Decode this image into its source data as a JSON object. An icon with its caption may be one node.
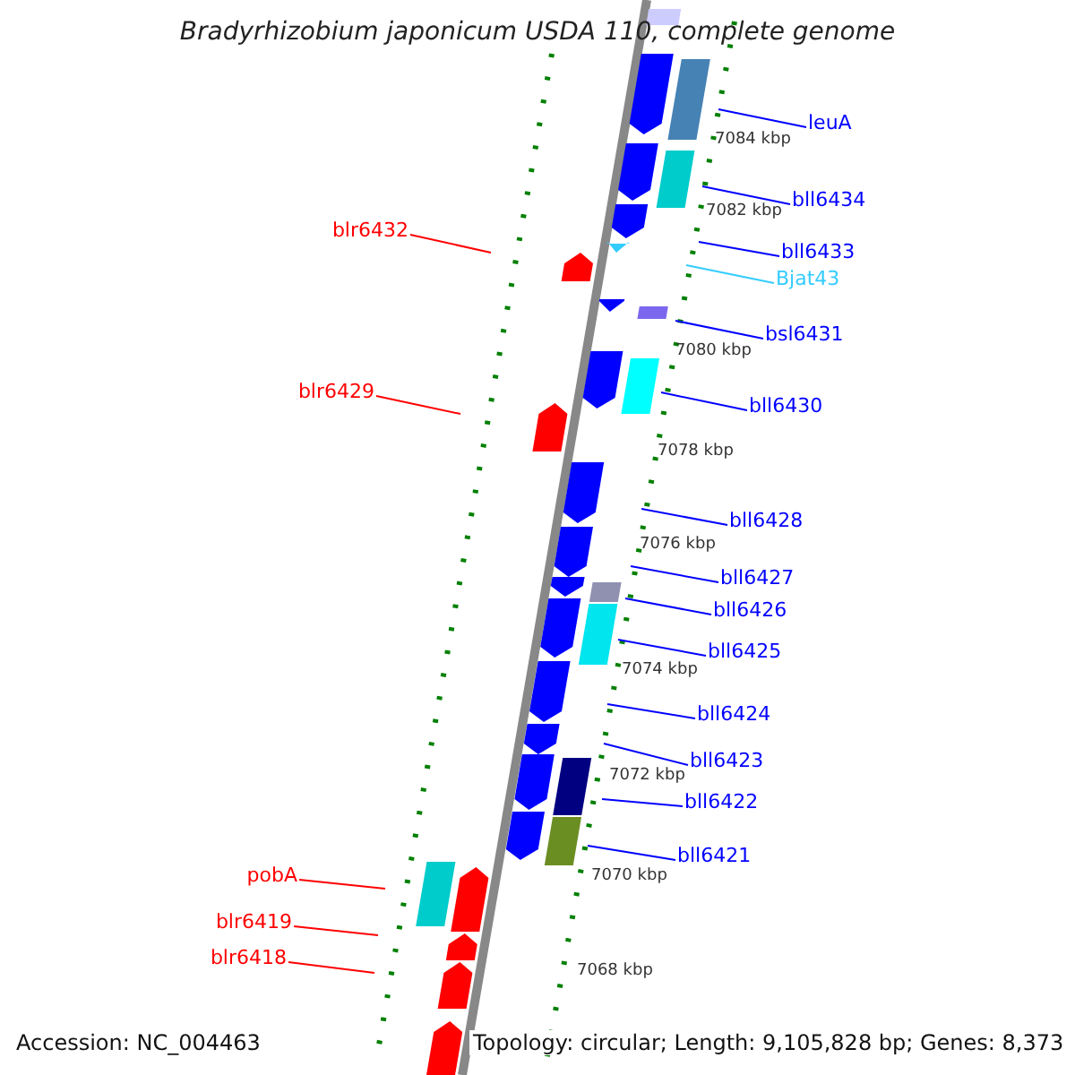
{
  "diagram": {
    "title": "Bradyrhizobium japonicum USDA 110, complete genome",
    "nodes": [
      {
        "text": [
          "leuA"
        ]
      },
      {
        "text": [
          "bll6434"
        ]
      },
      {
        "text": [
          "blr6432"
        ]
      },
      {
        "text": [
          "bll6433"
        ]
      },
      {
        "text": [
          "Bjat43"
        ]
      },
      {
        "text": [
          "bsl6431"
        ]
      },
      {
        "text": [
          "blr6429"
        ]
      },
      {
        "text": [
          "bll6430"
        ]
      },
      {
        "text": [
          "bll6428"
        ]
      },
      {
        "text": [
          "bll6427"
        ]
      },
      {
        "text": [
          "bll6426"
        ]
      },
      {
        "text": [
          "bll6425"
        ]
      },
      {
        "text": [
          "bll6424"
        ]
      },
      {
        "text": [
          "bll6423"
        ]
      },
      {
        "text": [
          "bll6422"
        ]
      },
      {
        "text": [
          "bll6421"
        ]
      },
      {
        "text": [
          "pobA"
        ]
      },
      {
        "text": [
          "blr6419"
        ]
      },
      {
        "text": [
          "blr6418"
        ]
      }
    ],
    "edges": [
      {
        "from": 0,
        "to": null,
        "arrow": "none"
      },
      {
        "from": 1,
        "to": null,
        "arrow": "none"
      },
      {
        "from": 2,
        "to": null,
        "arrow": "none",
        "color": "#ff0000"
      },
      {
        "from": 3,
        "to": null,
        "arrow": "none"
      },
      {
        "from": 4,
        "to": null,
        "arrow": "none",
        "color": "#33ccff"
      },
      {
        "from": 5,
        "to": null,
        "arrow": "none"
      },
      {
        "from": 6,
        "to": null,
        "arrow": "none",
        "color": "#ff0000"
      },
      {
        "from": 7,
        "to": null,
        "arrow": "none"
      },
      {
        "from": 8,
        "to": null,
        "arrow": "none"
      },
      {
        "from": 9,
        "to": null,
        "arrow": "none"
      },
      {
        "from": 10,
        "to": null,
        "arrow": "none"
      },
      {
        "from": 11,
        "to": null,
        "arrow": "none"
      },
      {
        "from": 12,
        "to": null,
        "arrow": "none"
      },
      {
        "from": 13,
        "to": null,
        "arrow": "none"
      },
      {
        "from": 14,
        "to": null,
        "arrow": "none"
      },
      {
        "from": 15,
        "to": null,
        "arrow": "none"
      },
      {
        "from": 16,
        "to": null,
        "arrow": "none",
        "color": "#ff0000"
      },
      {
        "from": 17,
        "to": null,
        "arrow": "none",
        "color": "#ff0000"
      },
      {
        "from": 18,
        "to": null,
        "arrow": "none",
        "color": "#ff0000"
      }
    ],
    "labels": [
      "7084 kbp",
      "7082 kbp",
      "7080 kbp",
      "7078 kbp",
      "7076 kbp",
      "7074 kbp",
      "7072 kbp",
      "7070 kbp",
      "7068 kbp",
      "Accession: NC_004463",
      "Topology: circular; Length: 9,105,828 bp; Genes: 8,373"
    ]
  }
}
